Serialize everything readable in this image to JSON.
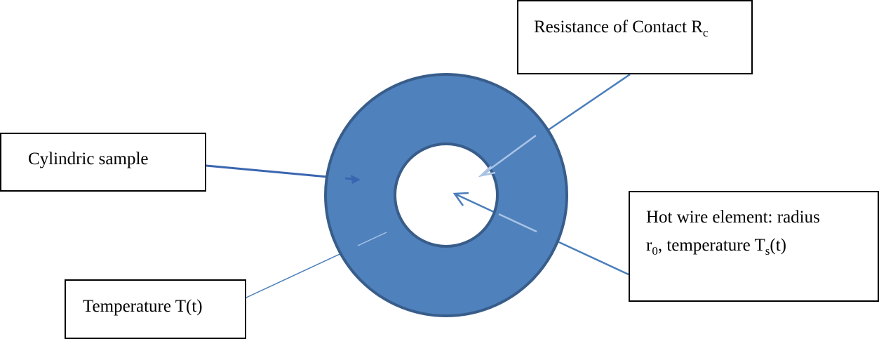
{
  "contact_label": {
    "text": "Resistance of Contact R",
    "sub": "c"
  },
  "sample_label": {
    "text": "Cylindric sample"
  },
  "temperature_label": {
    "text": "Temperature T(t)"
  },
  "wire_label": {
    "line1": "Hot wire element: radius",
    "line2_a": "r",
    "line2_a_sub": "0",
    "line2_b": ", temperature T",
    "line2_b_sub": "s",
    "line2_c": "(t)"
  },
  "colors": {
    "ring_fill": "#4f81bd",
    "ring_stroke": "#385d8a",
    "connector": "#4a7ebb"
  }
}
